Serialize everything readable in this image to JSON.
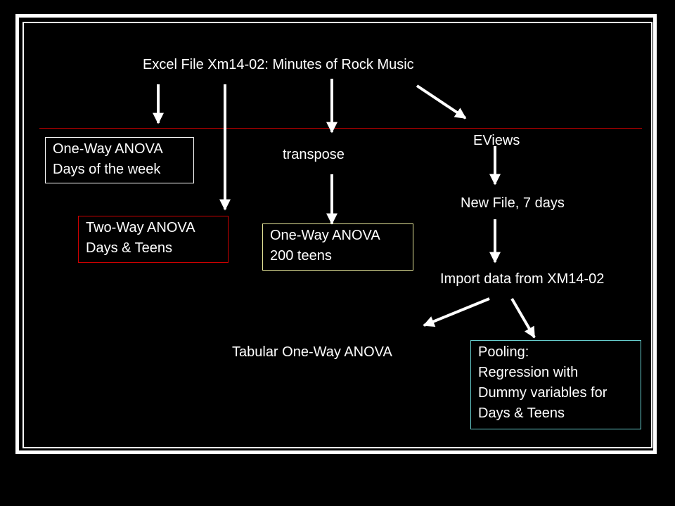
{
  "diagram": {
    "title": "Excel File Xm14-02: Minutes of Rock Music",
    "box_oneway_days": {
      "lines": [
        "One-Way ANOVA",
        "Days of the week"
      ],
      "border_color": "#ffffff"
    },
    "box_twoway": {
      "lines": [
        "Two-Way ANOVA",
        "Days & Teens"
      ],
      "border_color": "#cc0000"
    },
    "label_transpose": "transpose",
    "box_oneway_teens": {
      "lines": [
        "One-Way ANOVA",
        "200 teens"
      ],
      "border_color": "#e6e699"
    },
    "label_eviews": "EViews",
    "label_new_file": "New File, 7 days",
    "label_import": "Import data from XM14-02",
    "label_tabular": "Tabular One-Way ANOVA",
    "box_pooling": {
      "lines": [
        "Pooling:",
        "Regression with",
        "Dummy variables for",
        "Days & Teens"
      ],
      "border_color": "#66cccc"
    },
    "colors": {
      "background": "#000000",
      "text": "#ffffff",
      "divider": "#c00000",
      "arrow": "#ffffff"
    }
  }
}
